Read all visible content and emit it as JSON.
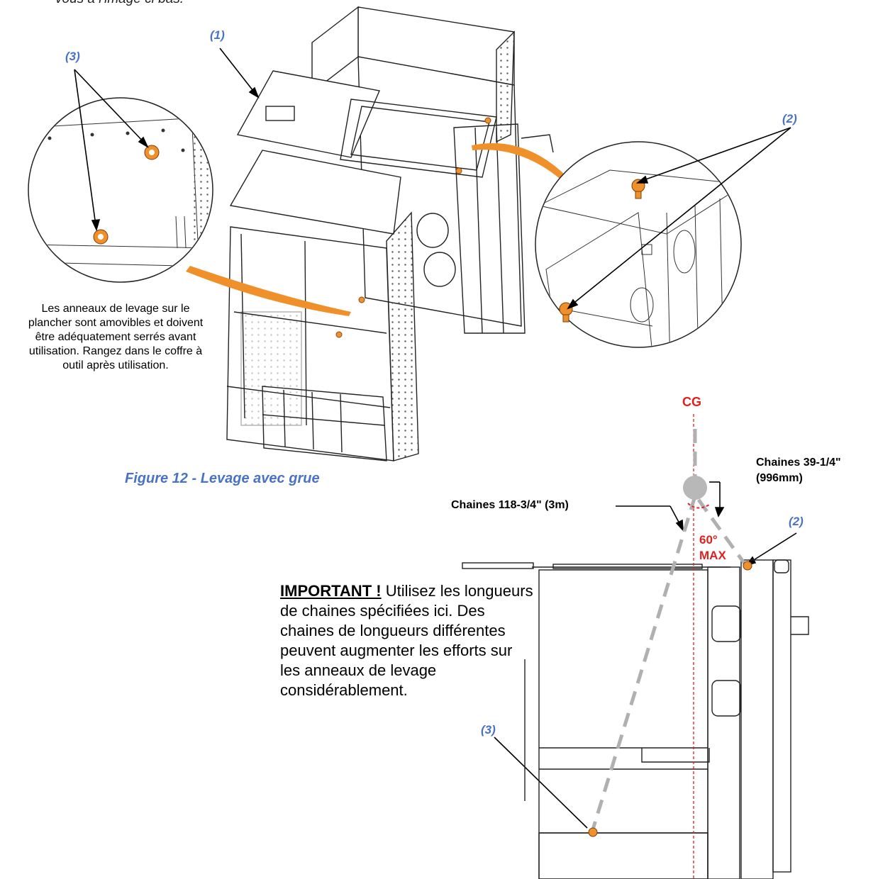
{
  "page": {
    "top_text": "vous à l'image ci bas.",
    "figure_caption": "Figure 12 - Levage avec grue",
    "note_left": "Les anneaux de levage sur le plancher sont amovibles et doivent être adéquatement serrés avant utilisation. Rangez dans le coffre à outil après utilisation.",
    "important": {
      "keyword": "IMPORTANT !",
      "text": " Utilisez les longueurs de chaines spécifiées ici. Des chaines de longueurs différentes peuvent augmenter les efforts sur les anneaux de levage considérablement."
    }
  },
  "callouts": {
    "c1": "(1)",
    "c2_top": "(2)",
    "c3_top": "(3)",
    "c2_bottom": "(2)",
    "c3_bottom": "(3)"
  },
  "diagram": {
    "cg_label": "CG",
    "chain_long_label": "Chaines 118-3/4\" (3m)",
    "chain_short_label_1": "Chaines 39-1/4\"",
    "chain_short_label_2": "(996mm)",
    "angle_label_1": "60°",
    "angle_label_2": "MAX"
  },
  "colors": {
    "callout_blue": "#4a72c4",
    "warning_red": "#e02020",
    "ring_orange": "#f0902a",
    "chain_gray": "#b0b0b0"
  }
}
